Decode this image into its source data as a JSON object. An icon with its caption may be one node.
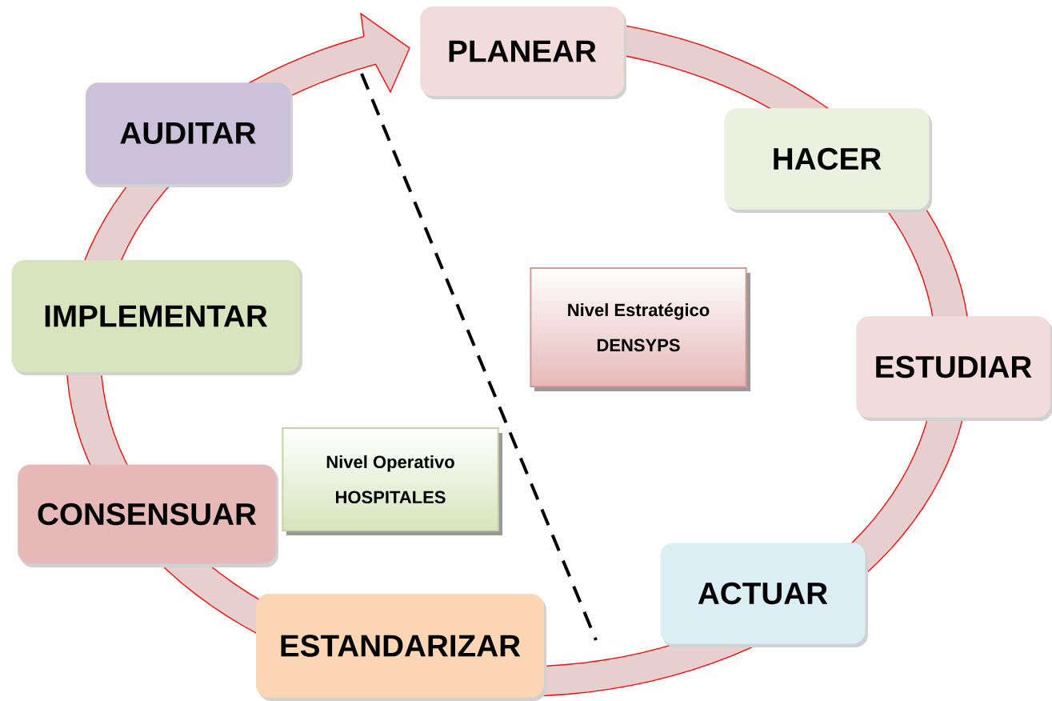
{
  "diagram": {
    "nodes": [
      {
        "text": [
          "PLANEAR"
        ]
      },
      {
        "text": [
          "HACER"
        ]
      },
      {
        "text": [
          "ESTUDIAR"
        ]
      },
      {
        "text": [
          "ACTUAR"
        ]
      },
      {
        "text": [
          "ESTANDARIZAR"
        ]
      },
      {
        "text": [
          "CONSENSUAR"
        ]
      },
      {
        "text": [
          "IMPLEMENTAR"
        ]
      },
      {
        "text": [
          "AUDITAR"
        ]
      },
      {
        "text": [
          "Nivel Estratégico",
          "DENSYPS"
        ]
      },
      {
        "text": [
          "Nivel Operativo",
          "HOSPITALES"
        ]
      }
    ]
  }
}
